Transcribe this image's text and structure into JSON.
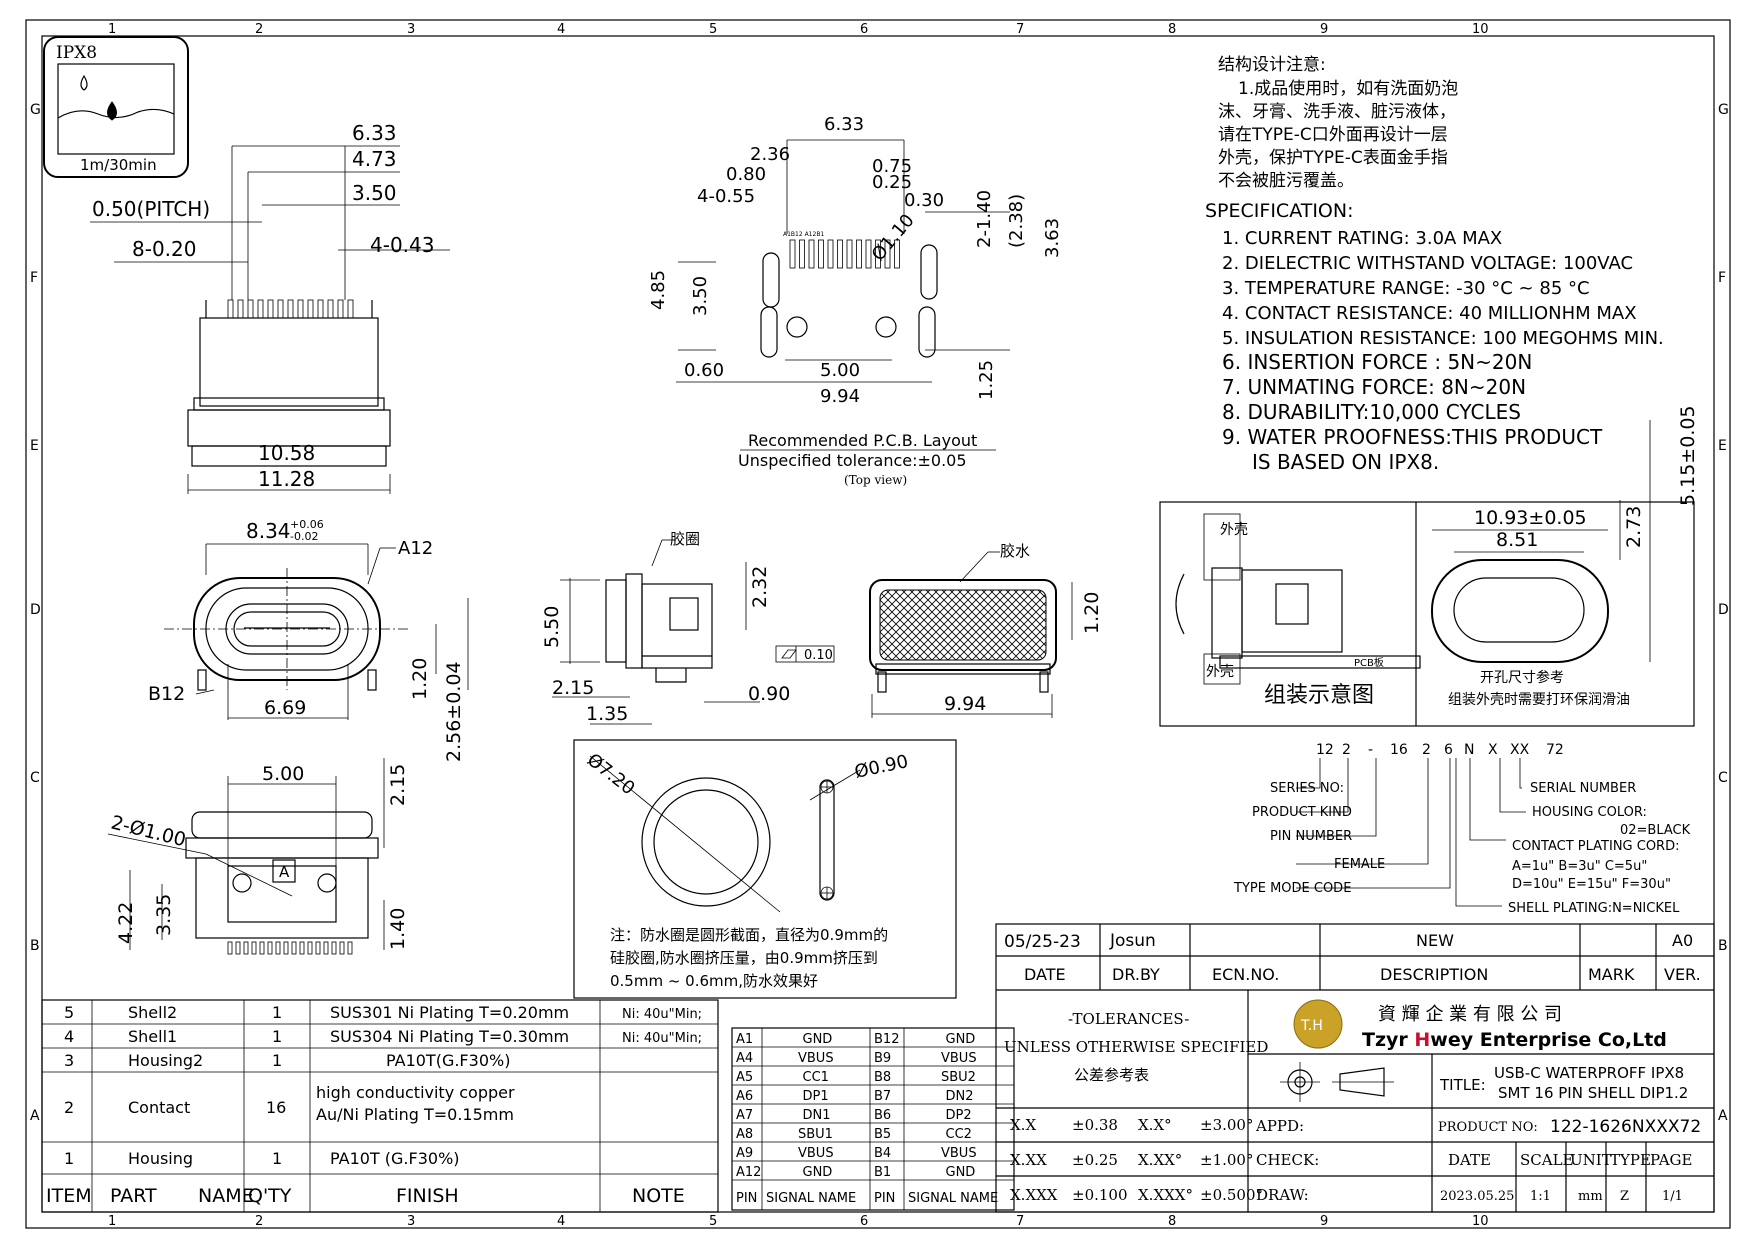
{
  "colors": {
    "line": "#000000",
    "logo_gold": "#c9a227",
    "company_red": "#c8102e"
  },
  "frame": {
    "col_numbers": [
      "1",
      "2",
      "3",
      "4",
      "5",
      "6",
      "7",
      "8",
      "9",
      "10"
    ],
    "row_letters": [
      "G",
      "F",
      "E",
      "D",
      "C",
      "B",
      "A"
    ]
  },
  "ipx8_badge": {
    "title": "IPX8",
    "caption": "1m/30min",
    "icon": "water-drop-icon"
  },
  "top_left_view": {
    "dims": [
      "6.33",
      "4.73",
      "3.50",
      "0.50(PITCH)",
      "8-0.20",
      "4-0.43",
      "10.58",
      "11.28"
    ]
  },
  "pcb_layout": {
    "dims": [
      "6.33",
      "2.36",
      "0.75",
      "0.80",
      "0.25",
      "4-0.55",
      "0.30",
      "2-1.40",
      "(2.38)",
      "3.63",
      "4.85",
      "3.50",
      "Ø1.10",
      "0.60",
      "5.00",
      "9.94",
      "1.25"
    ],
    "pin_labels": "A1B12 A12B1",
    "title": "Recommended P.C.B. Layout",
    "tolerance": "Unspecified tolerance:±0.05",
    "view": "(Top view)"
  },
  "notes_cn": {
    "title": "结构设计注意:",
    "lines": [
      "1.成品使用时，如有洗面奶泡",
      "沫、牙膏、洗手液、脏污液体，",
      "请在TYPE-C口外面再设计一层",
      "外壳，保护TYPE-C表面金手指",
      "不会被脏污覆盖。"
    ]
  },
  "specification": {
    "title": "SPECIFICATION:",
    "items": [
      "1. CURRENT RATING: 3.0A MAX",
      "2. DIELECTRIC WITHSTAND VOLTAGE: 100VAC",
      "3. TEMPERATURE RANGE: -30 °C ~ 85 °C",
      "4. CONTACT RESISTANCE: 40 MILLIONHM MAX",
      "5. INSULATION RESISTANCE: 100 MEGOHMS MIN.",
      "6. INSERTION FORCE : 5N~20N",
      "7. UNMATING FORCE: 8N~20N",
      "8. DURABILITY:10,000 CYCLES",
      "9. WATER PROOFNESS:THIS PRODUCT",
      "IS BASED ON IPX8."
    ]
  },
  "front_view": {
    "dims": [
      "8.34",
      "+0.06",
      "-0.02",
      "A12",
      "B12",
      "6.69",
      "1.20",
      "2.56±0.04"
    ]
  },
  "side_view": {
    "labels": [
      "胶圈",
      "5.50",
      "2.32",
      "0.10",
      "2.15",
      "0.90",
      "1.35"
    ]
  },
  "rear_view": {
    "labels": [
      "胶水",
      "1.20",
      "9.94"
    ]
  },
  "bottom_view": {
    "dims": [
      "5.00",
      "2.15",
      "2-Ø1.00",
      "4.22",
      "3.35",
      "1.40"
    ],
    "marker": "A"
  },
  "oring": {
    "dims": [
      "Ø7.20",
      "Ø0.90"
    ],
    "note": [
      "注：防水圈是圆形截面，直径为0.9mm的",
      "硅胶圈,防水圈挤压量，由0.9mm挤压到",
      "0.5mm ~ 0.6mm,防水效果好"
    ]
  },
  "assembly": {
    "labels": [
      "外壳",
      "外壳",
      "PCB板",
      "组装示意图"
    ],
    "cutout_dims": [
      "10.93±0.05",
      "8.51",
      "2.73",
      "5.15±0.05"
    ],
    "cutout_notes": [
      "开孔尺寸参考",
      "组装外壳时需要打环保润滑油"
    ]
  },
  "part_number": {
    "code_chars": [
      "12",
      "2",
      "-",
      "16",
      "2",
      "6",
      "N",
      "X",
      "XX",
      "72"
    ],
    "left_labels": [
      "SERIES NO:",
      "PRODUCT KIND",
      "PIN NUMBER",
      "FEMALE",
      "TYPE MODE CODE"
    ],
    "right_labels": [
      "SERIAL NUMBER",
      "HOUSING COLOR:",
      "02=BLACK",
      "CONTACT PLATING CORD:",
      "A=1u\"  B=3u\"  C=5u\"",
      "D=10u\" E=15u\" F=30u\"",
      "SHELL PLATING:N=NICKEL"
    ]
  },
  "revision": {
    "date": "05/25-23",
    "drawer": "Josun",
    "desc": "NEW",
    "ver": "A0",
    "headers": [
      "DATE",
      "DR.BY",
      "ECN.NO.",
      "DESCRIPTION",
      "MARK",
      "VER."
    ]
  },
  "tolerances": {
    "lines": [
      "-TOLERANCES-",
      "UNLESS OTHERWISE SPECIFIED",
      "公差参考表"
    ],
    "rows": [
      [
        "X.X",
        "±0.38",
        "X.X°",
        "±3.00°"
      ],
      [
        "X.XX",
        "±0.25",
        "X.XX°",
        "±1.00°"
      ],
      [
        "X.XXX",
        "±0.100",
        "X.XXX°",
        "±0.500°"
      ]
    ]
  },
  "company": {
    "cn": "資 輝 企 業 有 限 公 司",
    "en_prefix": "Tzyr ",
    "en_red": "H",
    "en_rest": "wey Enterprise Co,Ltd",
    "logo": "T.H"
  },
  "title_block": {
    "title_label": "TITLE:",
    "title_lines": [
      "USB-C WATERPROFF IPX8",
      "SMT 16 PIN SHELL DIP1.2"
    ],
    "product_no_label": "PRODUCT NO:",
    "product_no": "122-1626NXXX72",
    "appd": "APPD:",
    "check": "CHECK:",
    "draw": "DRAW:",
    "headers": [
      "DATE",
      "SCALE",
      "UNIT",
      "TYPE",
      "PAGE"
    ],
    "values": [
      "2023.05.25",
      "1:1",
      "mm",
      "Z",
      "1/1"
    ]
  },
  "pin_table": {
    "headers": [
      "PIN",
      "SIGNAL NAME",
      "PIN",
      "SIGNAL NAME"
    ],
    "rows": [
      [
        "A1",
        "GND",
        "B12",
        "GND"
      ],
      [
        "A4",
        "VBUS",
        "B9",
        "VBUS"
      ],
      [
        "A5",
        "CC1",
        "B8",
        "SBU2"
      ],
      [
        "A6",
        "DP1",
        "B7",
        "DN2"
      ],
      [
        "A7",
        "DN1",
        "B6",
        "DP2"
      ],
      [
        "A8",
        "SBU1",
        "B5",
        "CC2"
      ],
      [
        "A9",
        "VBUS",
        "B4",
        "VBUS"
      ],
      [
        "A12",
        "GND",
        "B1",
        "GND"
      ]
    ]
  },
  "bom": {
    "headers": [
      "ITEM",
      "PART",
      "NAME",
      "Q'TY",
      "FINISH",
      "NOTE"
    ],
    "rows": [
      {
        "item": "5",
        "part": "Shell2",
        "qty": "1",
        "finish": [
          "SUS301 Ni  Plating T=0.20mm"
        ],
        "note": "Ni: 40u\"Min;"
      },
      {
        "item": "4",
        "part": "Shell1",
        "qty": "1",
        "finish": [
          "SUS304 Ni  Plating T=0.30mm"
        ],
        "note": "Ni: 40u\"Min;"
      },
      {
        "item": "3",
        "part": "Housing2",
        "qty": "1",
        "finish": [
          "PA10T(G.F30%)"
        ],
        "note": ""
      },
      {
        "item": "2",
        "part": "Contact",
        "qty": "16",
        "finish": [
          "high conductivity copper",
          "Au/Ni  Plating   T=0.15mm"
        ],
        "note": ""
      },
      {
        "item": "1",
        "part": "Housing",
        "qty": "1",
        "finish": [
          "PA10T (G.F30%)"
        ],
        "note": ""
      }
    ]
  }
}
